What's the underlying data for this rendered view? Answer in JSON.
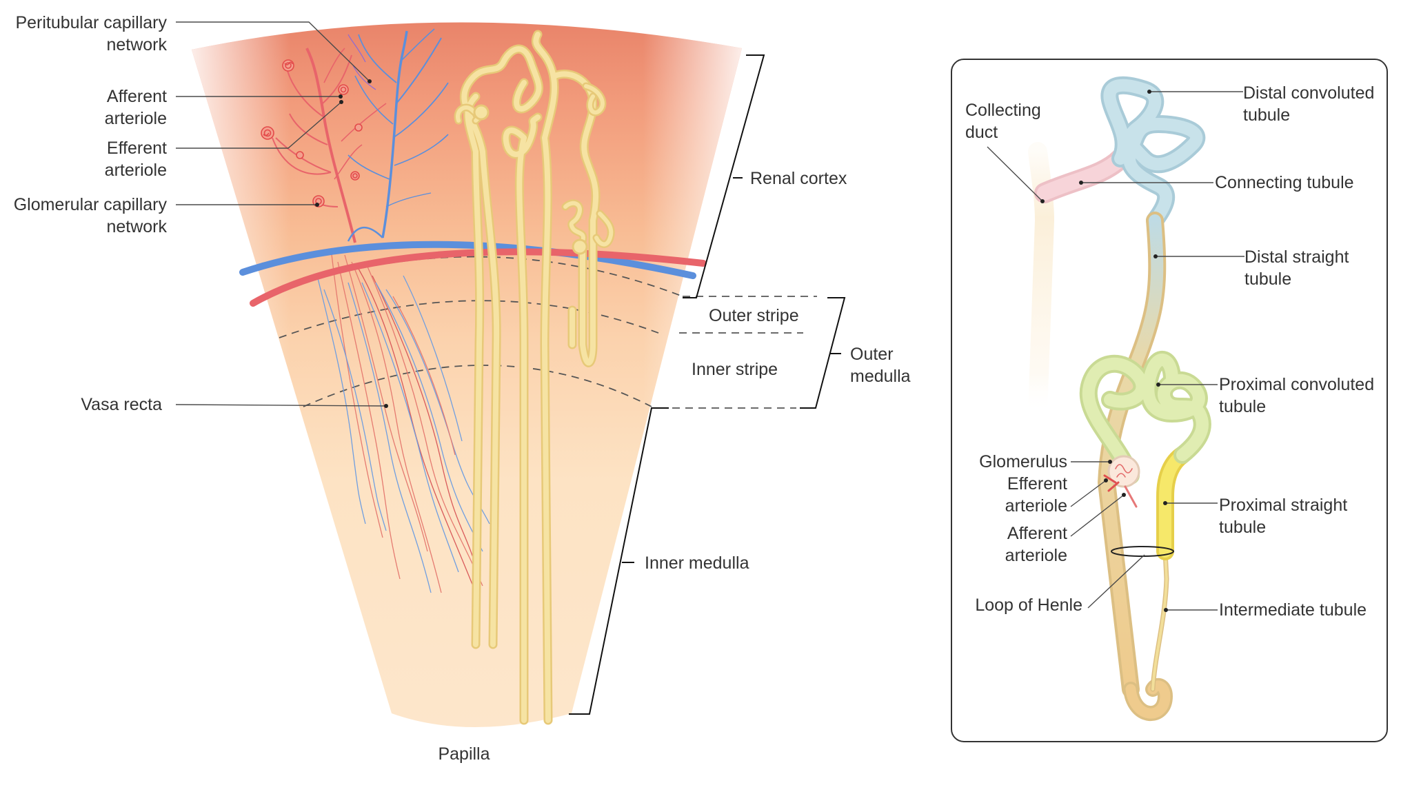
{
  "figure": {
    "left_panel": {
      "labels": {
        "peritubular_1": "Peritubular capillary",
        "peritubular_2": "network",
        "afferent_1": "Afferent",
        "afferent_2": "arteriole",
        "efferent_1": "Efferent",
        "efferent_2": "arteriole",
        "glomerular_1": "Glomerular capillary",
        "glomerular_2": "network",
        "vasa_recta": "Vasa recta",
        "renal_cortex": "Renal cortex",
        "outer_stripe": "Outer stripe",
        "inner_stripe": "Inner stripe",
        "outer_medulla_1": "Outer",
        "outer_medulla_2": "medulla",
        "inner_medulla": "Inner medulla",
        "papilla": "Papilla"
      }
    },
    "right_panel": {
      "labels": {
        "collecting_1": "Collecting",
        "collecting_2": "duct",
        "dct_1": "Distal convoluted",
        "dct_2": "tubule",
        "connecting": "Connecting tubule",
        "dst_1": "Distal straight",
        "dst_2": "tubule",
        "pct_1": "Proximal convoluted",
        "pct_2": "tubule",
        "glomerulus": "Glomerulus",
        "eff_1": "Efferent",
        "eff_2": "arteriole",
        "aff_1": "Afferent",
        "aff_2": "arteriole",
        "pst_1": "Proximal straight",
        "pst_2": "tubule",
        "loop": "Loop of Henle",
        "intermediate": "Intermediate tubule"
      }
    },
    "colors": {
      "cortex": "#f2a07a",
      "medulla": "#fde5c6",
      "artery": "#e8646a",
      "vein": "#5b8fdc",
      "tubule": "#f3df9c",
      "distal_blue": "#bcdbe6",
      "connecting_pink": "#f6c6cf",
      "proximal_green": "#dbe9a6",
      "proximal_yellow": "#f5e46a"
    }
  }
}
